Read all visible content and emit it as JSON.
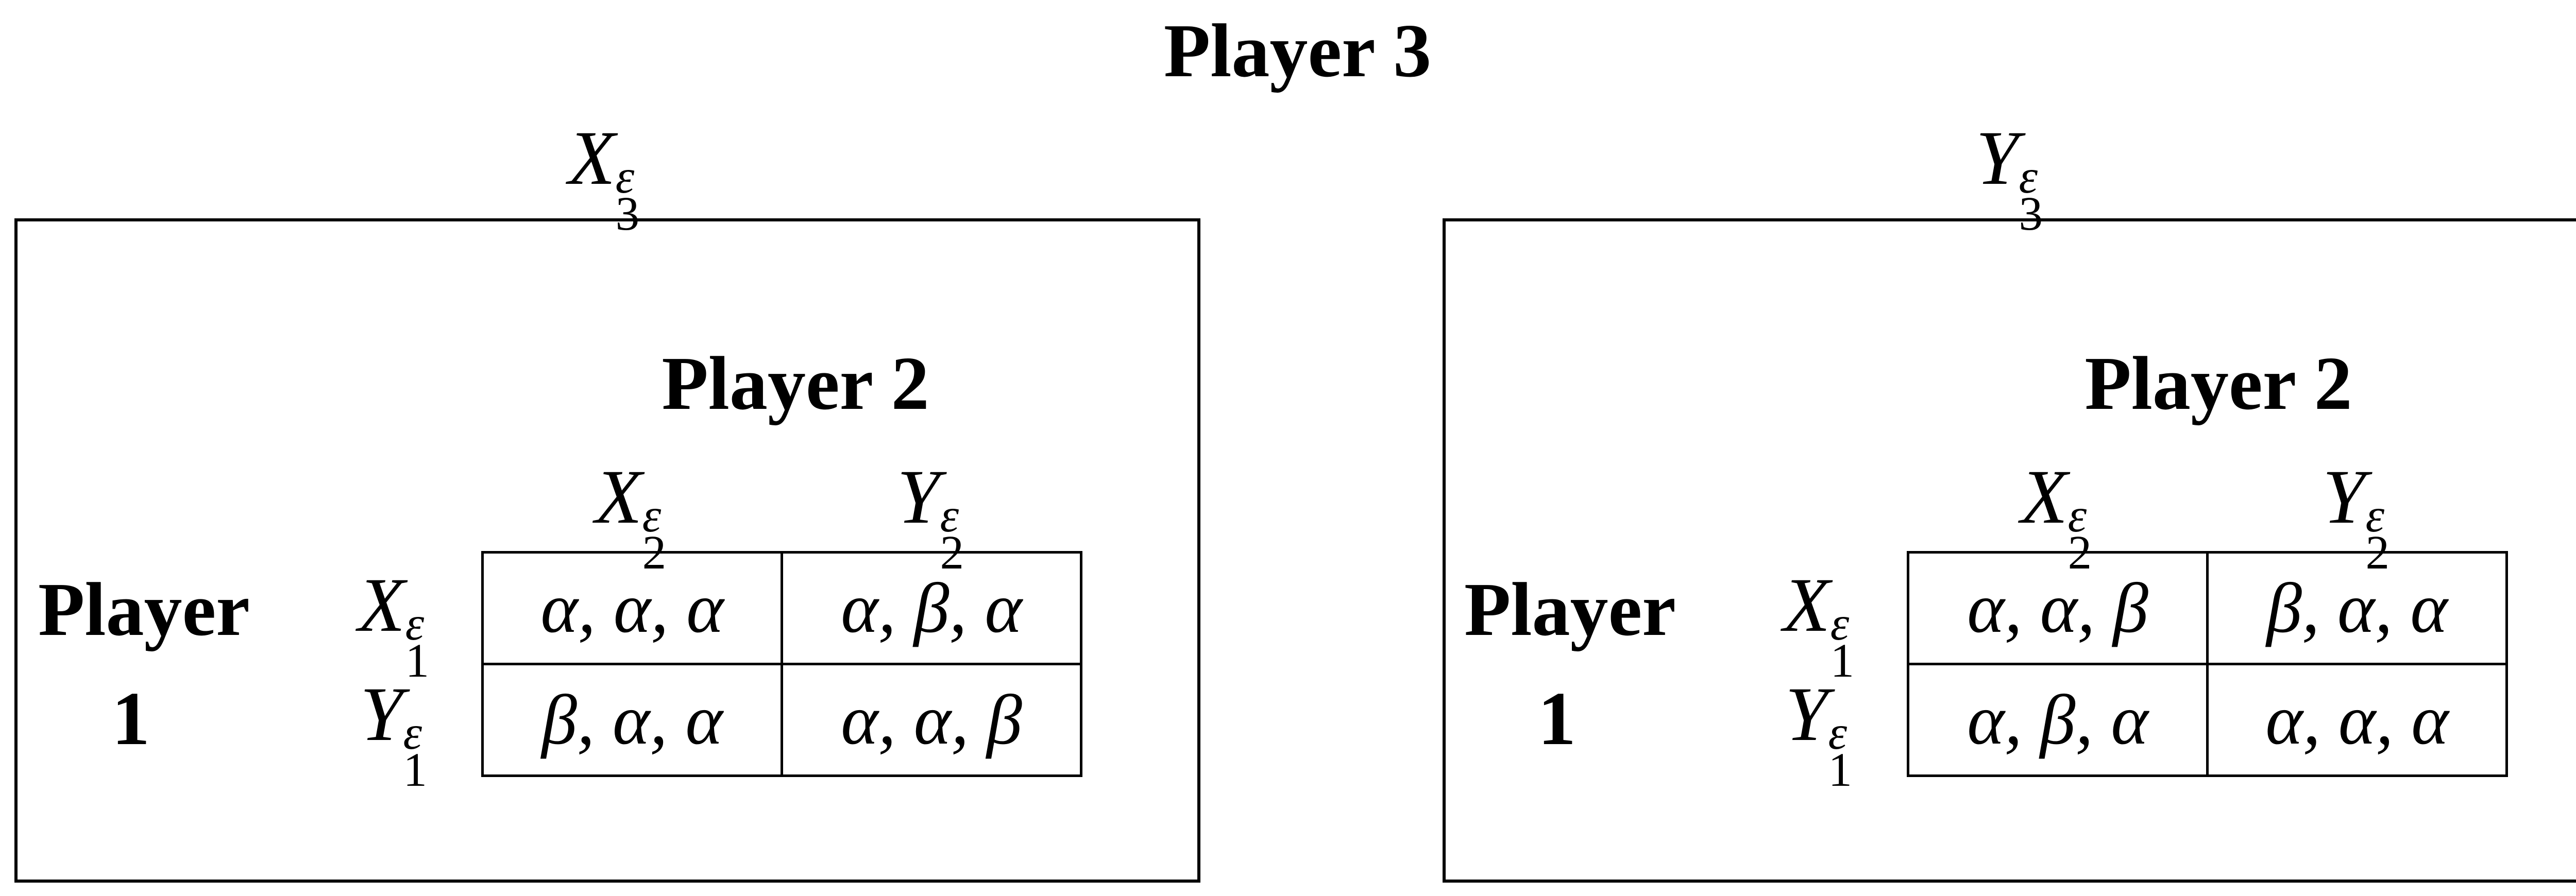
{
  "title": "Player 3",
  "matrices": [
    {
      "p3_strategy": {
        "base": "X",
        "sup": "ε",
        "sub": "3"
      },
      "player2_label": "Player 2",
      "player1_label_line1": "Player",
      "player1_label_line2": "1",
      "col_strategies": [
        {
          "base": "X",
          "sup": "ε",
          "sub": "2"
        },
        {
          "base": "Y",
          "sup": "ε",
          "sub": "2"
        }
      ],
      "row_strategies": [
        {
          "base": "X",
          "sup": "ε",
          "sub": "1"
        },
        {
          "base": "Y",
          "sup": "ε",
          "sub": "1"
        }
      ],
      "payoffs": [
        [
          "α, α, α",
          "α, β, α"
        ],
        [
          "β, α, α",
          "α, α, β"
        ]
      ]
    },
    {
      "p3_strategy": {
        "base": "Y",
        "sup": "ε",
        "sub": "3"
      },
      "player2_label": "Player 2",
      "player1_label_line1": "Player",
      "player1_label_line2": "1",
      "col_strategies": [
        {
          "base": "X",
          "sup": "ε",
          "sub": "2"
        },
        {
          "base": "Y",
          "sup": "ε",
          "sub": "2"
        }
      ],
      "row_strategies": [
        {
          "base": "X",
          "sup": "ε",
          "sub": "1"
        },
        {
          "base": "Y",
          "sup": "ε",
          "sub": "1"
        }
      ],
      "payoffs": [
        [
          "α, α, β",
          "β, α, α"
        ],
        [
          "α, β, α",
          "α, α, α"
        ]
      ]
    }
  ]
}
